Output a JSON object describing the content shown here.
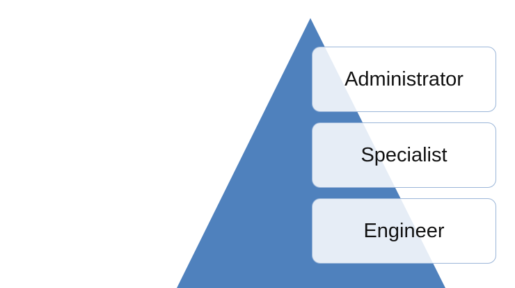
{
  "colors": {
    "pyramid_fill": "#4f81bd",
    "box_border": "#9ab5d8",
    "box_fill": "#ffffff"
  },
  "levels": [
    {
      "label": "Administrator"
    },
    {
      "label": "Specialist"
    },
    {
      "label": "Engineer"
    }
  ]
}
